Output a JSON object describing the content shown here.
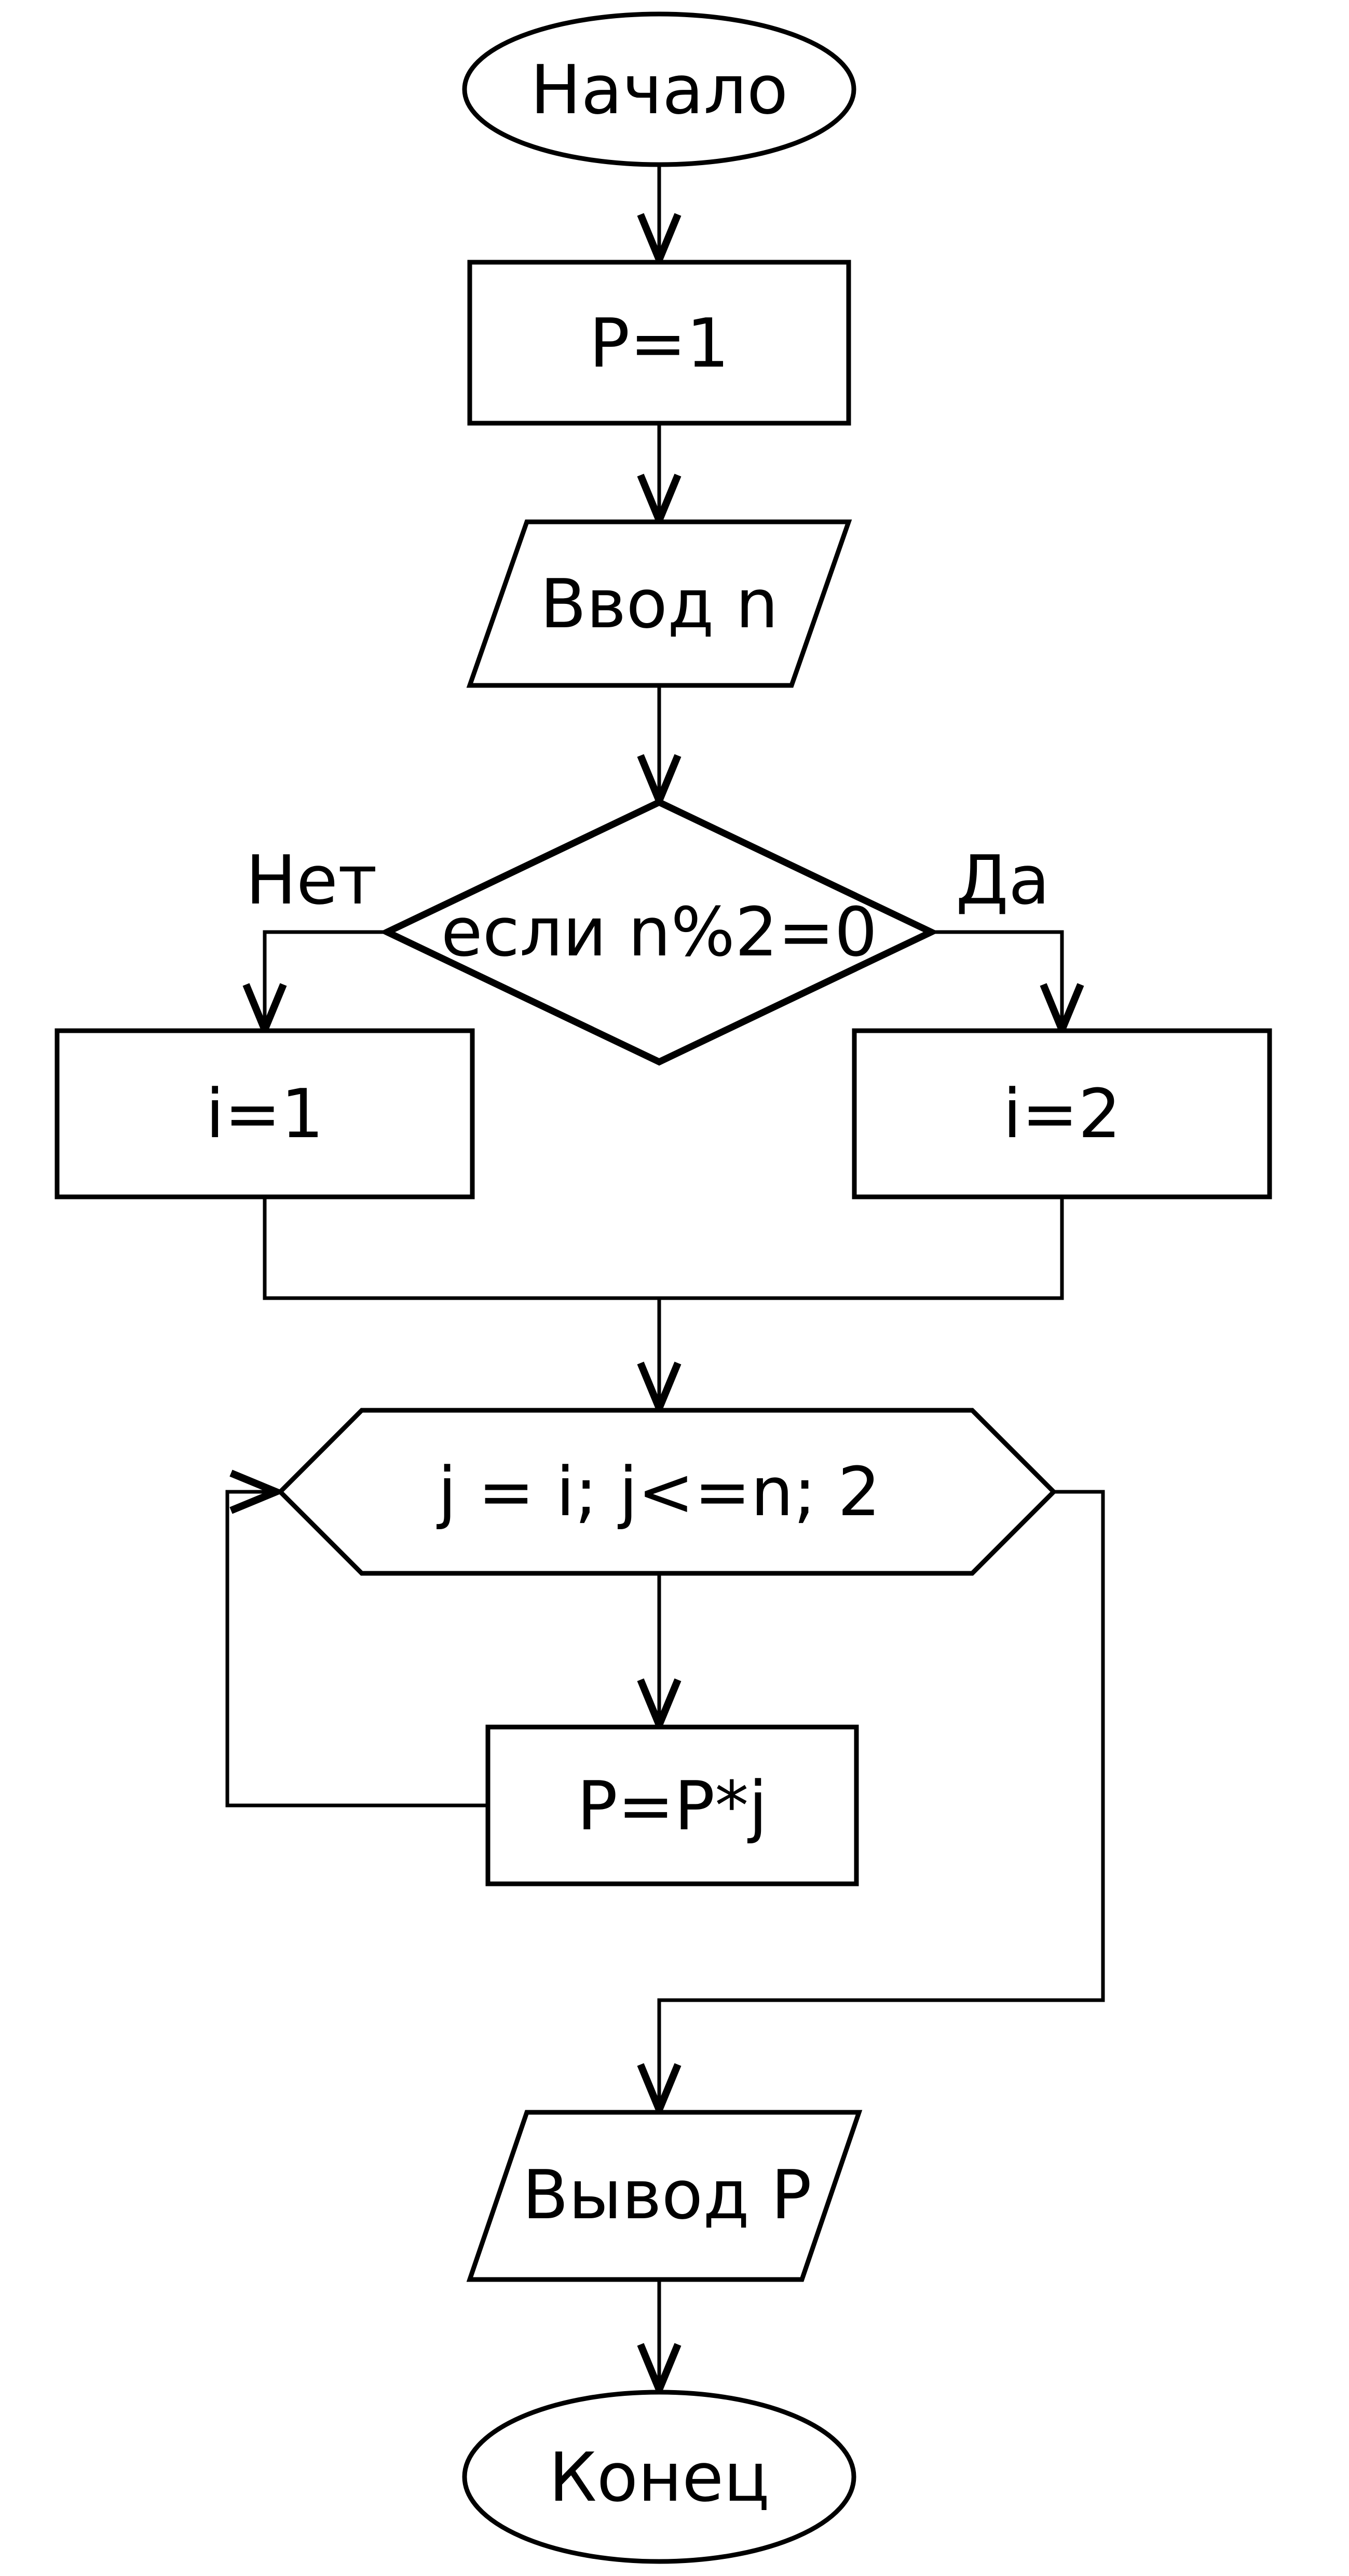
{
  "diagram": {
    "type": "flowchart",
    "language": "ru",
    "colors": {
      "background": "#ffffff",
      "stroke": "#000000",
      "text": "#000000"
    },
    "nodes": [
      {
        "id": "start",
        "shape": "ellipse",
        "role": "terminator",
        "label": "Начало"
      },
      {
        "id": "init-p",
        "shape": "rectangle",
        "role": "process",
        "label": "P=1"
      },
      {
        "id": "input-n",
        "shape": "parallelogram",
        "role": "input",
        "label": "Ввод n"
      },
      {
        "id": "decision",
        "shape": "diamond",
        "role": "decision",
        "label": "если n%2=0"
      },
      {
        "id": "set-i-1",
        "shape": "rectangle",
        "role": "process",
        "label": "i=1"
      },
      {
        "id": "set-i-2",
        "shape": "rectangle",
        "role": "process",
        "label": "i=2"
      },
      {
        "id": "loop-head",
        "shape": "hexagon",
        "role": "loop",
        "label": "j = i; j<=n; 2"
      },
      {
        "id": "loop-body",
        "shape": "rectangle",
        "role": "process",
        "label": "P=P*j"
      },
      {
        "id": "output-p",
        "shape": "parallelogram",
        "role": "output",
        "label": "Вывод P"
      },
      {
        "id": "end",
        "shape": "ellipse",
        "role": "terminator",
        "label": "Конец"
      }
    ],
    "branch_labels": {
      "no": "Нет",
      "yes": "Да"
    },
    "edges": [
      {
        "from": "start",
        "to": "init-p"
      },
      {
        "from": "init-p",
        "to": "input-n"
      },
      {
        "from": "input-n",
        "to": "decision"
      },
      {
        "from": "decision",
        "to": "set-i-1",
        "label": "Нет"
      },
      {
        "from": "decision",
        "to": "set-i-2",
        "label": "Да"
      },
      {
        "from": "set-i-1",
        "to": "loop-head"
      },
      {
        "from": "set-i-2",
        "to": "loop-head"
      },
      {
        "from": "loop-head",
        "to": "loop-body"
      },
      {
        "from": "loop-body",
        "to": "loop-head",
        "kind": "loop-back"
      },
      {
        "from": "loop-head",
        "to": "output-p",
        "kind": "loop-exit"
      },
      {
        "from": "output-p",
        "to": "end"
      }
    ]
  }
}
